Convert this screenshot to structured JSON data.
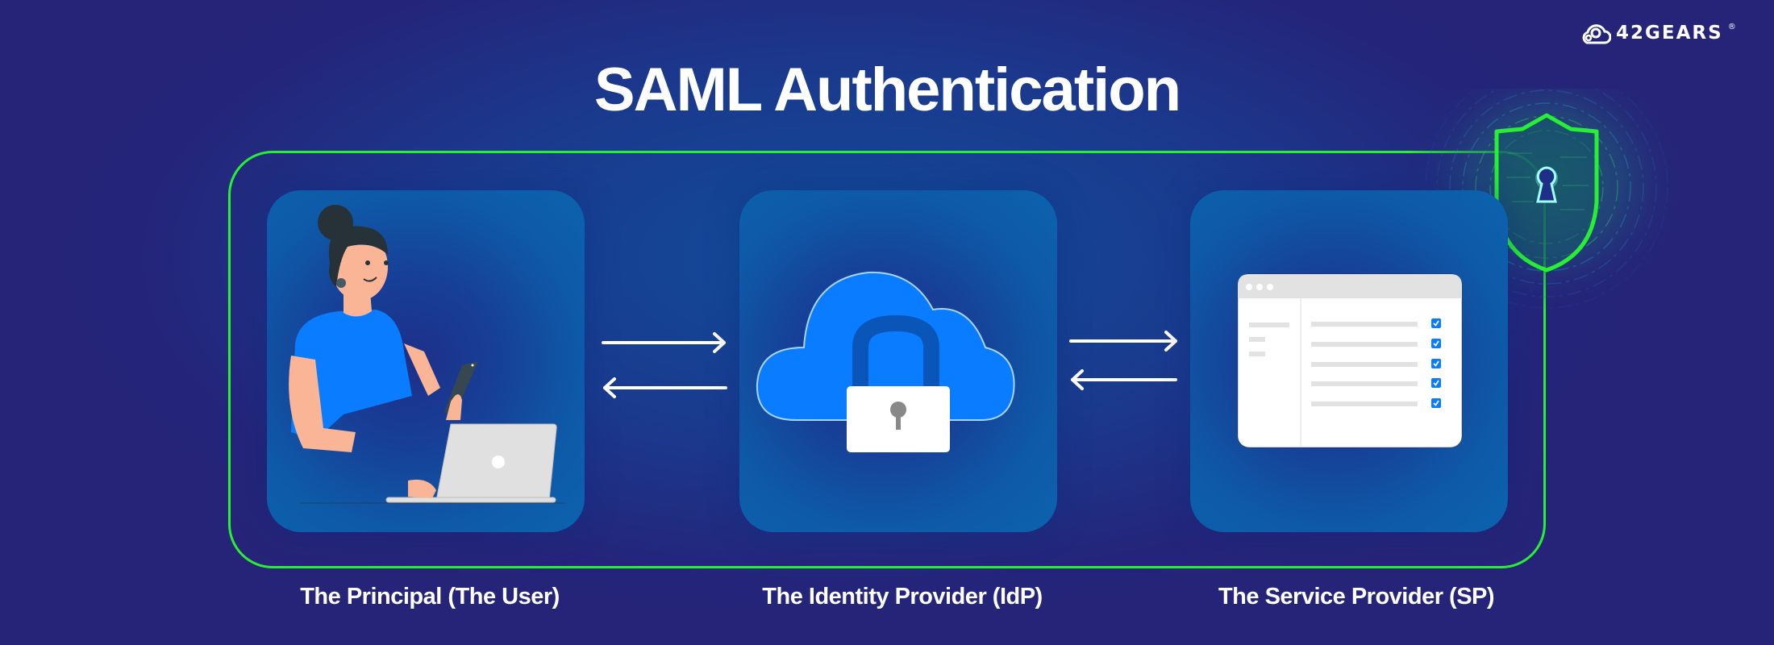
{
  "brand": {
    "name": "42GEARS",
    "registered": "®",
    "icon": "gears-cloud-icon"
  },
  "title": "SAML Authentication",
  "colors": {
    "background": "#262478",
    "card": "#0c63ad",
    "frame_line": "#27f032",
    "accent_blue": "#0a7cff",
    "text": "#ffffff"
  },
  "entities": [
    {
      "id": "principal",
      "label": "The Principal (The User)",
      "illustration": "woman-with-laptop-and-phone"
    },
    {
      "id": "idp",
      "label": "The Identity Provider (IdP)",
      "illustration": "cloud-with-padlock"
    },
    {
      "id": "sp",
      "label": "The Service Provider (SP)",
      "illustration": "browser-window-with-checklist"
    }
  ],
  "connections": [
    {
      "from": "principal",
      "to": "idp",
      "arrows": [
        "right",
        "left"
      ]
    },
    {
      "from": "idp",
      "to": "sp",
      "arrows": [
        "right",
        "left"
      ]
    }
  ],
  "security_badge": {
    "icon": "shield-keyhole-icon"
  },
  "checklist": {
    "items": 5,
    "checked": 5
  }
}
